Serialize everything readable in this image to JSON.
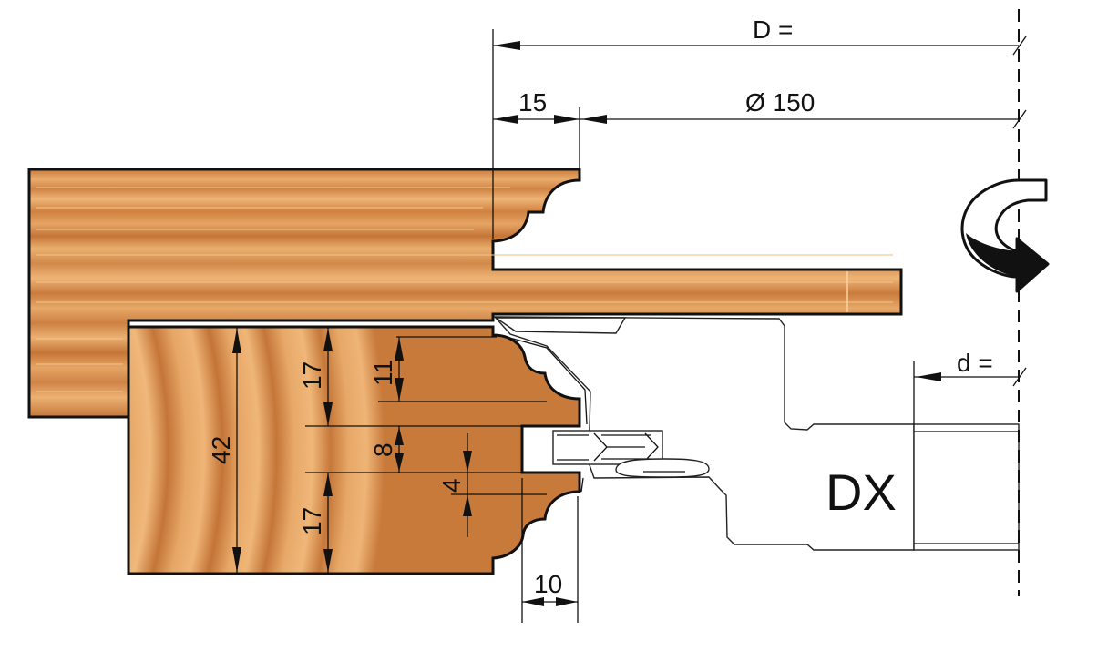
{
  "labels": {
    "d_outer": "D =",
    "diameter": "Ø 150",
    "width_15": "15",
    "d_bore": "d =",
    "dim_42": "42",
    "dim_17_top": "17",
    "dim_11": "11",
    "dim_8": "8",
    "dim_4": "4",
    "dim_17_bottom": "17",
    "dim_10": "10",
    "rotation": "DX"
  },
  "colors": {
    "wood_light": "#e7a868",
    "wood_mid": "#d4894a",
    "wood_dark": "#b8652c",
    "outline": "#111111"
  },
  "icons": {
    "rotation": "rotation-arrow-icon"
  }
}
